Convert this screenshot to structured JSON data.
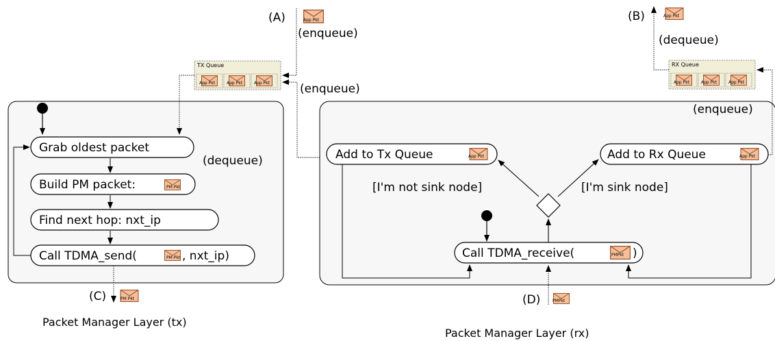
{
  "tx_layer": {
    "caption": "Packet Manager Layer (tx)",
    "actions": {
      "grab": "Grab oldest packet",
      "build": "Build PM packet:",
      "find": "Find next hop: nxt_ip",
      "call_prefix": "Call TDMA_send(",
      "call_suffix": ", nxt_ip)"
    },
    "dequeue_label": "(dequeue)"
  },
  "rx_layer": {
    "caption": "Packet Manager Layer (rx)",
    "actions": {
      "add_tx": "Add to Tx Queue",
      "add_rx": "Add to Rx Queue",
      "call_prefix": "Call TDMA_receive(",
      "call_suffix": ")"
    },
    "guards": {
      "not_sink": "[I'm not sink node]",
      "sink": "[I'm sink node]"
    },
    "enqueue_label": "(enqueue)"
  },
  "tx_queue": {
    "title": "TX Queue",
    "items": [
      "App Pkt",
      "App Pkt",
      "App Pkt"
    ]
  },
  "rx_queue": {
    "title": "RX Queue",
    "items": [
      "App Pkt",
      "App Pkt",
      "App Pkt"
    ]
  },
  "points": {
    "A": {
      "label": "(A)",
      "packet": "App Pkt",
      "note": "(enqueue)"
    },
    "B": {
      "label": "(B)",
      "packet": "App Pkt",
      "note": "(dequeue)"
    },
    "C": {
      "label": "(C)",
      "packet": "PM Pkt"
    },
    "D": {
      "label": "(D)",
      "packet": "PMPkt"
    }
  },
  "enqueue_mid_label": "(enqueue)",
  "packet_labels": {
    "app": "App Pkt",
    "pm": "PM Pkt",
    "pm_compact": "PMPkt"
  },
  "colors": {
    "queue_fill": "#f2efd9",
    "envelope_fill": "#f4c09a",
    "envelope_stroke": "#a0522d",
    "layer_fill": "#f7f7f7"
  }
}
